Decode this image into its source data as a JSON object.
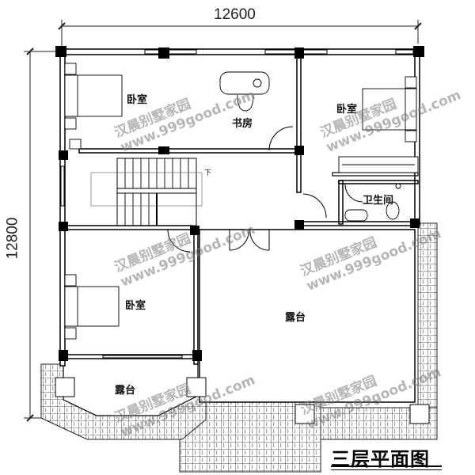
{
  "drawing": {
    "title": "三层平面图",
    "dimensions": {
      "width": "12600",
      "height": "12800"
    },
    "rooms": [
      {
        "id": "bedroom-nw",
        "label": "卧室"
      },
      {
        "id": "study",
        "label": "书房"
      },
      {
        "id": "bedroom-ne",
        "label": "卧室"
      },
      {
        "id": "bathroom",
        "label": "卫生间"
      },
      {
        "id": "bedroom-sw",
        "label": "卧室"
      },
      {
        "id": "terrace-main",
        "label": "露台"
      },
      {
        "id": "terrace-sw",
        "label": "露台"
      }
    ],
    "stair_label": "下",
    "watermarks": [
      {
        "cn": "汉晨别墅家园",
        "url": "www.999good.com"
      },
      {
        "cn": "汉晨别墅家园",
        "url": "www.999good.com"
      },
      {
        "cn": "汉晨别墅家园",
        "url": "www.999good.com"
      },
      {
        "cn": "汉晨别墅家园",
        "url": "www.999good.com"
      },
      {
        "cn": "汉晨别墅家园",
        "url": "www.999good.com"
      },
      {
        "cn": "汉晨别墅家园",
        "url": "www.999good.com"
      }
    ]
  },
  "colors": {
    "line": "#000000",
    "background": "#ffffff",
    "watermark": "#8a8a8a"
  }
}
